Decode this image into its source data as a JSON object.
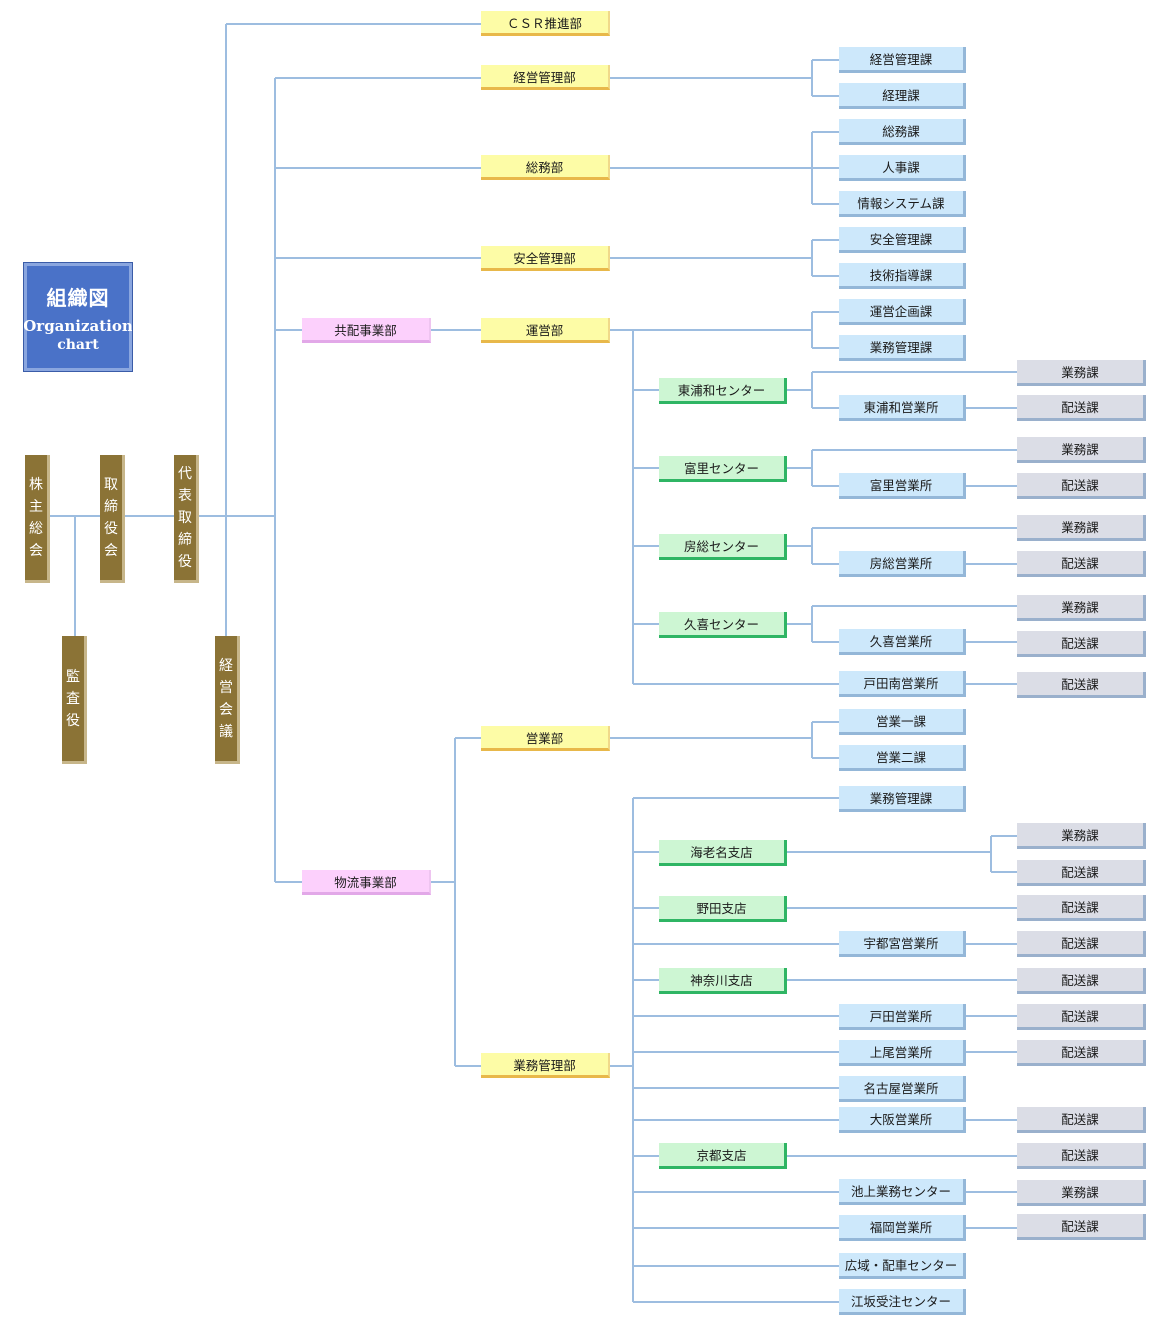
{
  "title": {
    "main": "組織図",
    "english_1": "Organization",
    "english_2": "chart"
  },
  "executive": {
    "shareholders": "株主総会",
    "auditor": "監査役",
    "board": "取締役会",
    "president": "代表取締役",
    "management_meeting": "経営会議"
  },
  "departments": {
    "csr": "ＣＳＲ推進部",
    "management": "経営管理部",
    "general_affairs": "総務部",
    "safety": "安全管理部",
    "operations": "運営部",
    "sales": "営業部",
    "business_admin": "業務管理部"
  },
  "divisions": {
    "joint_delivery": "共配事業部",
    "logistics": "物流事業部"
  },
  "sections": {
    "mgmt_control": "経営管理課",
    "accounting": "経理課",
    "general": "総務課",
    "hr": "人事課",
    "info_systems": "情報システム課",
    "safety_mgmt": "安全管理課",
    "tech_guidance": "技術指導課",
    "ops_planning": "運営企画課",
    "business_mgmt": "業務管理課",
    "sales_1": "営業一課",
    "sales_2": "営業二課",
    "business_mgmt_2": "業務管理課"
  },
  "centers": {
    "higashi_urawa": "東浦和センター",
    "tomisato": "富里センター",
    "boso": "房総センター",
    "kuki": "久喜センター",
    "ebina": "海老名支店",
    "noda": "野田支店",
    "kanagawa": "神奈川支店",
    "kyoto": "京都支店"
  },
  "offices": {
    "higashi_urawa": "東浦和営業所",
    "tomisato": "富里営業所",
    "boso": "房総営業所",
    "kuki": "久喜営業所",
    "todaminami": "戸田南営業所",
    "utsunomiya": "宇都宮営業所",
    "toda": "戸田営業所",
    "ageo": "上尾営業所",
    "nagoya": "名古屋営業所",
    "osaka": "大阪営業所",
    "ikegami": "池上業務センター",
    "fukuoka": "福岡営業所",
    "dispatch": "広域・配車センター",
    "esaka": "江坂受注センター"
  },
  "units": {
    "business": "業務課",
    "delivery": "配送課"
  },
  "colors": {
    "line": "#9dbde0",
    "department": "#fdfca6",
    "division": "#fcd0fc",
    "section": "#cde8fb",
    "center": "#cdf6d3",
    "unit": "#dbdde6",
    "executive": "#8b7336",
    "title": "#4a72c8"
  }
}
